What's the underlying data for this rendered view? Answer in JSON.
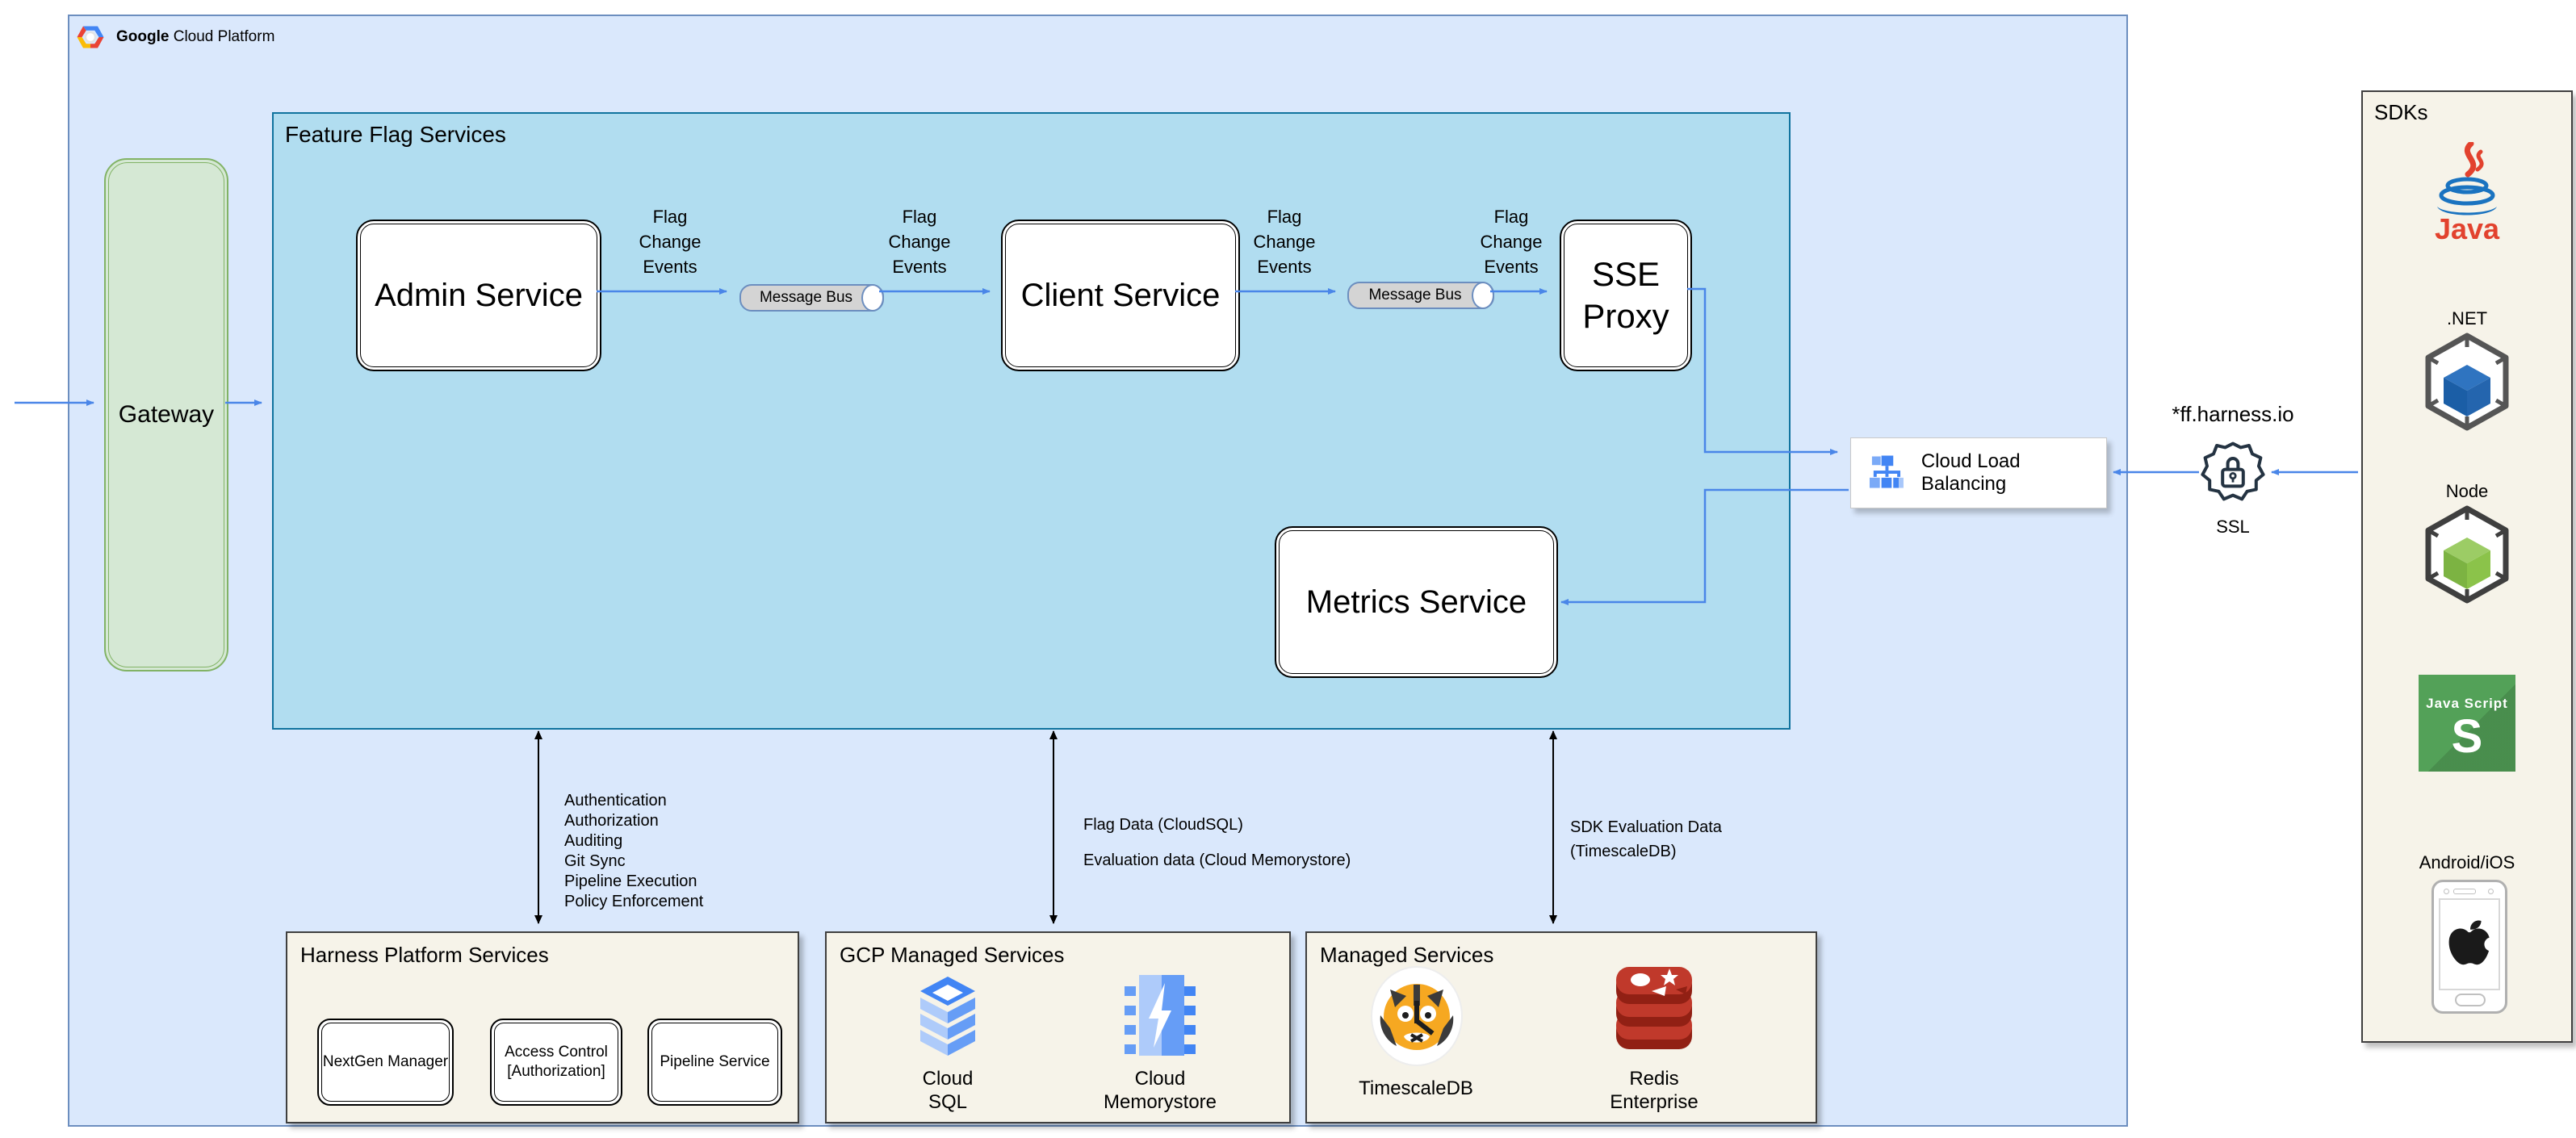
{
  "colors": {
    "arrow_blue": "#4a86e8",
    "gcp_bg": "#dae8fc",
    "gcp_border": "#6c8ebf",
    "ffs_bg": "#b1ddf0",
    "ffs_border": "#10739e",
    "gateway_bg": "#d5e8d4",
    "gateway_border": "#82b366",
    "panel_bg": "#f6f3e9",
    "google_blue": "#4285f4",
    "redis_red": "#c0392b"
  },
  "gcp": {
    "brand_bold": "Google",
    "brand_rest": "Cloud Platform"
  },
  "gateway": {
    "label": "Gateway"
  },
  "ffs": {
    "title": "Feature Flag Services",
    "admin": "Admin Service",
    "client": "Client Service",
    "sse": "SSE\nProxy",
    "metrics": "Metrics Service",
    "message_bus": "Message Bus"
  },
  "flag_change": {
    "text": "Flag\nChange\nEvents"
  },
  "lb": {
    "label": "Cloud Load Balancing"
  },
  "ingress": {
    "domain": "*ff.harness.io",
    "ssl": "SSL"
  },
  "sdks": {
    "title": "SDKs",
    "java": "Java",
    "dotnet": ".NET",
    "node": "Node",
    "js_line1": "Java Script",
    "js_letter": "S",
    "android": "Android/iOS"
  },
  "annotations": {
    "platform": "Authentication\nAuthorization\nAuditing\nGit Sync\nPipeline Execution\nPolicy Enforcement",
    "flag_data": "Flag Data (CloudSQL)",
    "eval_data": "Evaluation data (Cloud Memorystore)",
    "sdk_eval": "SDK Evaluation Data\n(TimescaleDB)"
  },
  "panels": {
    "harness": {
      "title": "Harness Platform Services",
      "items": [
        "NextGen Manager",
        "Access Control\n[Authorization]",
        "Pipeline Service"
      ]
    },
    "gcp_managed": {
      "title": "GCP Managed Services",
      "sql": "Cloud\nSQL",
      "memorystore": "Cloud\nMemorystore"
    },
    "managed": {
      "title": "Managed Services",
      "timescale": "TimescaleDB",
      "redis": "Redis\nEnterprise"
    }
  }
}
